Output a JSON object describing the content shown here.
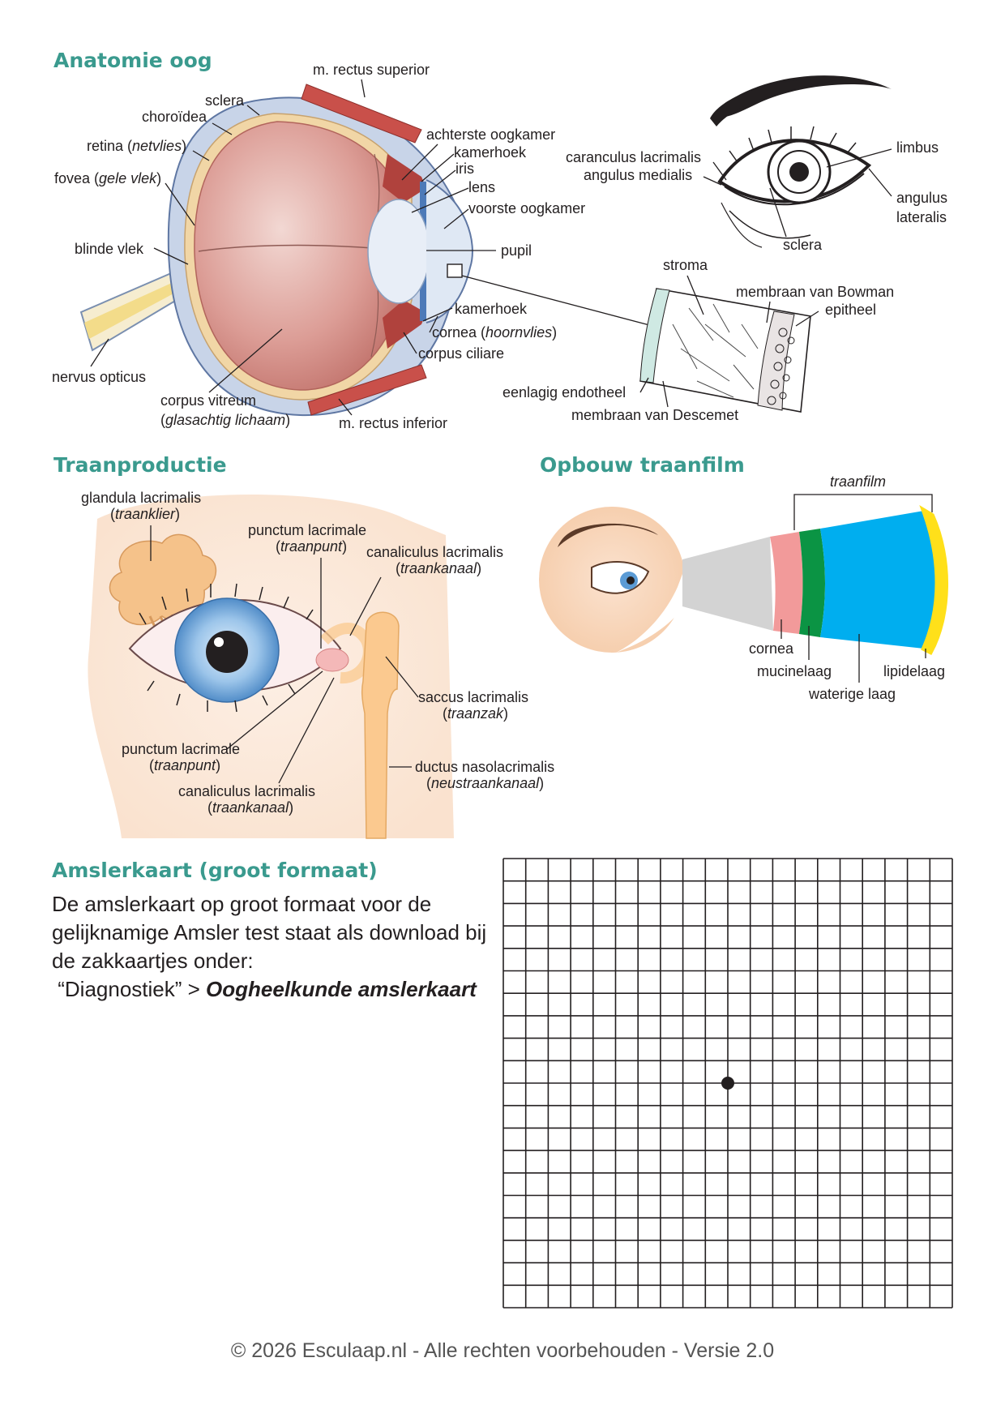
{
  "headings": {
    "anatomy": "Anatomie oog",
    "tear_production": "Traanproductie",
    "tear_film": "Opbouw traanfilm",
    "amsler": "Amslerkaart (groot formaat)"
  },
  "anatomy_labels": {
    "rectus_superior": "m. rectus superior",
    "sclera": "sclera",
    "choroidea": "choroïdea",
    "retina": "retina",
    "retina_nl": "netvlies",
    "fovea": "fovea",
    "fovea_nl": "gele vlek",
    "blind_spot": "blinde vlek",
    "optic_nerve": "nervus opticus",
    "vitreous": "corpus vitreum",
    "vitreous_nl": "glasachtig lichaam",
    "rectus_inferior": "m. rectus inferior",
    "posterior_chamber": "achterste oogkamer",
    "angle_top": "kamerhoek",
    "iris": "iris",
    "lens": "lens",
    "anterior_chamber": "voorste oogkamer",
    "pupil": "pupil",
    "angle_bottom": "kamerhoek",
    "cornea": "cornea",
    "cornea_nl": "hoornvlies",
    "ciliary_body": "corpus ciliare"
  },
  "external_eye_labels": {
    "caruncle": "caranculus lacrimalis",
    "medial_angle": "angulus medialis",
    "limbus": "limbus",
    "lateral_angle_1": "angulus",
    "lateral_angle_2": "lateralis",
    "sclera": "sclera"
  },
  "cornea_detail_labels": {
    "stroma": "stroma",
    "bowman": "membraan van Bowman",
    "epithelium": "epitheel",
    "endothelium": "eenlagig endotheel",
    "descemet": "membraan van Descemet"
  },
  "tear_labels": {
    "gland": "glandula lacrimalis",
    "gland_nl": "traanklier",
    "punctum_top": "punctum lacrimale",
    "punctum_top_nl": "traanpunt",
    "canaliculus_top": "canaliculus lacrimalis",
    "canaliculus_top_nl": "traankanaal",
    "sac": "saccus lacrimalis",
    "sac_nl": "traanzak",
    "punctum_bottom": "punctum lacrimale",
    "punctum_bottom_nl": "traanpunt",
    "duct": "ductus nasolacrimalis",
    "duct_nl": "neustraankanaal",
    "canaliculus_bottom": "canaliculus lacrimalis",
    "canaliculus_bottom_nl": "traankanaal"
  },
  "tear_film_labels": {
    "film": "traanfilm",
    "cornea": "cornea",
    "mucin": "mucinelaag",
    "aqueous": "waterige laag",
    "lipid": "lipidelaag"
  },
  "amsler": {
    "text": "De amslerkaart op groot formaat voor de gelijknamige Amsler test staat als download bij de zakkaartjes onder:",
    "path_prefix": "“Diagnostiek” > ",
    "path_link": "Oogheelkunde amslerkaart",
    "grid_columns": 20,
    "grid_rows": 20
  },
  "footer": "© 2026 Esculaap.nl - Alle rechten voorbehouden - Versie 2.0",
  "colors": {
    "heading": "#3a9a8e",
    "sclera": "#c8d4e8",
    "eye_interior": "#d9968e",
    "muscle": "#c9504a",
    "iris_blue": "#5b9bd5",
    "mucin": "#0b9444",
    "aqueous": "#00aeef",
    "lipid": "#ffe01a",
    "cornea_layer": "#f29a9a",
    "skin": "#f7d9c0",
    "duct": "#fbc98f"
  }
}
